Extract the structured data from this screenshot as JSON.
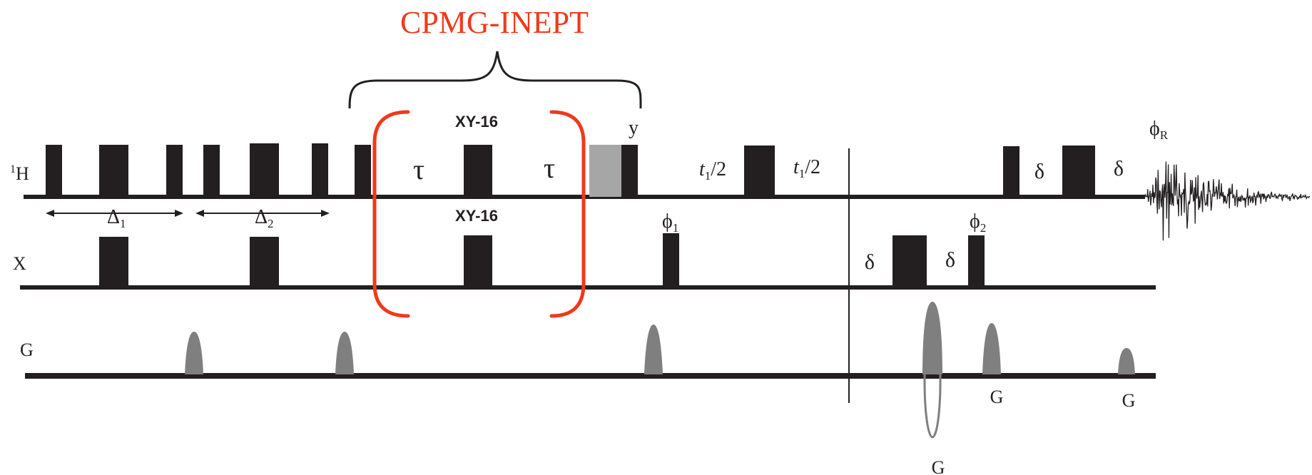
{
  "title": "CPMG-INEPT",
  "colors": {
    "accent": "#ee3a1b",
    "ink": "#231f20",
    "gradient": "#7f7f7f",
    "shaded_pulse": "#a6a6a6"
  },
  "channels": {
    "h": {
      "sup": "1",
      "name": "H"
    },
    "x": "X",
    "g": "G"
  },
  "labels": {
    "xy16_top": "XY-16",
    "xy16_bottom": "XY-16",
    "tau": "τ",
    "phase_y": "y",
    "phi_r": "ϕ",
    "phi_r_sub": "R",
    "phi_1": "ϕ",
    "phi_1_sub": "1",
    "phi_2": "ϕ",
    "phi_2_sub": "2",
    "delta": "Δ",
    "delta1_sub": "1",
    "delta2_sub": "2",
    "small_delta": "δ",
    "t1": "t",
    "t1_sub": "1",
    "t1_half": "/2",
    "gradient": "G"
  }
}
